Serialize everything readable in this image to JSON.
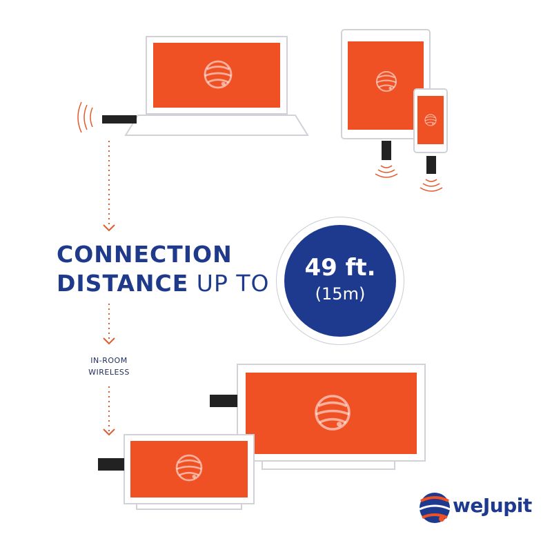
{
  "headline": {
    "line1": "CONNECTION",
    "line2_bold": "DISTANCE",
    "line2_rest": " UP TO"
  },
  "caption": {
    "line1": "IN-ROOM",
    "line2": "WIRELESS"
  },
  "distance": {
    "feet": "49 ft.",
    "meters": "(15m)"
  },
  "brand": {
    "name": "weJupit"
  },
  "colors": {
    "screen": "#ef5124",
    "navy": "#1e3a8f",
    "frame": "#d0d2d8",
    "dongle": "#222222",
    "arrow": "#e25a2a"
  },
  "icons": [
    "globe-logo-icon",
    "wifi-waves-icon",
    "arrow-down-icon",
    "usb-dongle-icon",
    "brand-globe-icon"
  ]
}
